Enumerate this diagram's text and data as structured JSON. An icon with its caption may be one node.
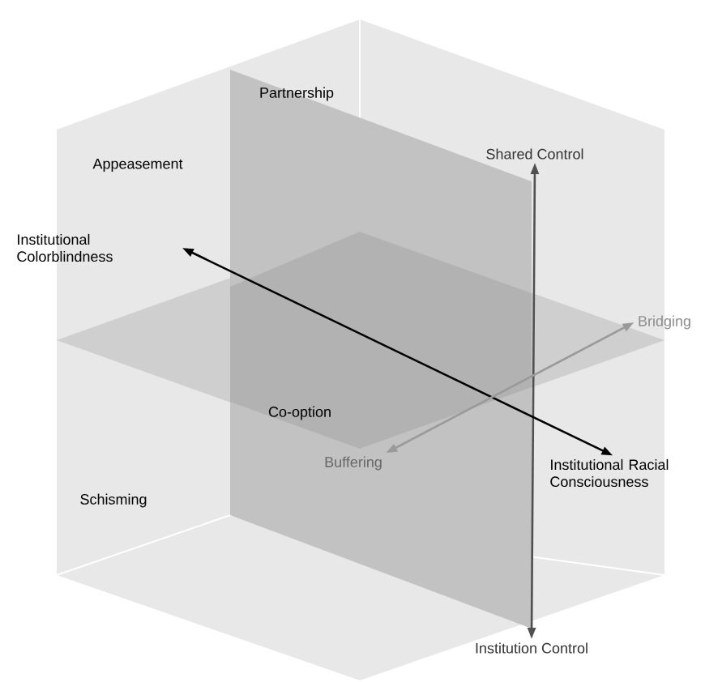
{
  "diagram": {
    "nodes": [
      {
        "text": [
          "Shared Control"
        ]
      },
      {
        "text": [
          "Institution Control"
        ]
      },
      {
        "text": [
          "Institutional Colorblindness"
        ]
      },
      {
        "text": [
          "Institutional Racial Consciousness"
        ]
      },
      {
        "text": [
          "Bridging"
        ]
      },
      {
        "text": [
          "Buffering"
        ]
      }
    ],
    "edges": [
      {
        "from": 0,
        "to": 1,
        "arrow": "both",
        "color": "#505050"
      },
      {
        "from": 2,
        "to": 3,
        "arrow": "both",
        "color": "#000000"
      },
      {
        "from": 4,
        "to": 5,
        "arrow": "both",
        "color": "#9a9a9a"
      }
    ],
    "labels": [
      "Partnership",
      "Appeasement",
      "Co-option",
      "Schisming"
    ]
  }
}
